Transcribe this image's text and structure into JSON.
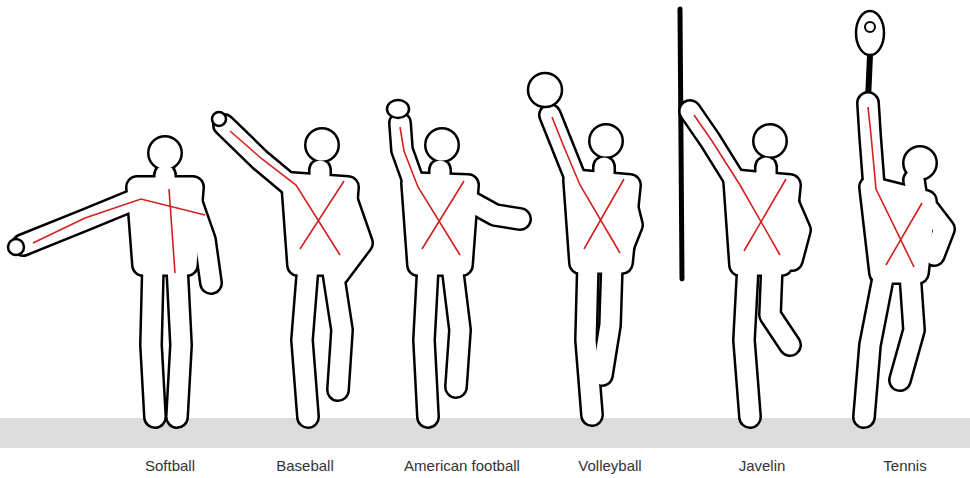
{
  "diagram": {
    "labels": [
      "Softball",
      "Baseball",
      "American football",
      "Volleyball",
      "Javelin",
      "Tennis"
    ]
  }
}
